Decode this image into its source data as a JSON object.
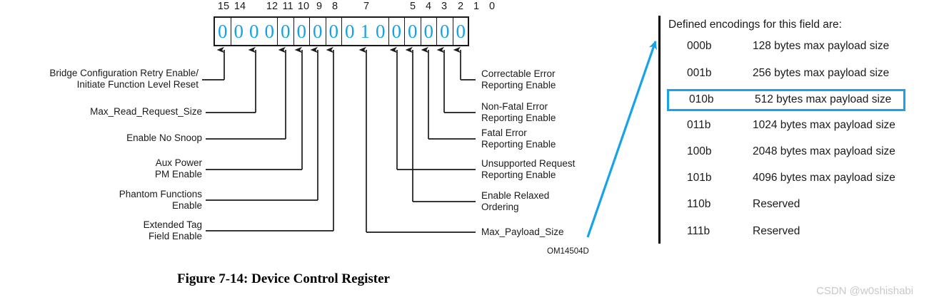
{
  "figure": {
    "caption": "Figure 7-14:  Device Control Register",
    "om_code": "OM14504D",
    "watermark": "CSDN @w0shishabi"
  },
  "register": {
    "bit_numbers": [
      "15",
      "14",
      "12",
      "11",
      "10",
      "9",
      "8",
      "7",
      "5",
      "4",
      "3",
      "2",
      "1",
      "0"
    ],
    "cells": [
      {
        "label": "bit15",
        "digits": "0",
        "span": 1
      },
      {
        "label": "bits14-12",
        "digits": "000",
        "span": 3
      },
      {
        "label": "bit11",
        "digits": "0",
        "span": 1
      },
      {
        "label": "bit10",
        "digits": "0",
        "span": 1
      },
      {
        "label": "bit9",
        "digits": "0",
        "span": 1
      },
      {
        "label": "bit8",
        "digits": "0",
        "span": 1
      },
      {
        "label": "bits7-5",
        "digits": "010",
        "span": 3
      },
      {
        "label": "bit4",
        "digits": "0",
        "span": 1
      },
      {
        "label": "bit3",
        "digits": "0",
        "span": 1
      },
      {
        "label": "bit2",
        "digits": "0",
        "span": 1
      },
      {
        "label": "bit1",
        "digits": "0",
        "span": 1
      },
      {
        "label": "bit0",
        "digits": "0",
        "span": 1
      }
    ],
    "digit_color": "#16a2e8"
  },
  "left_labels": [
    {
      "name": "bridge-config-retry-enable",
      "text": "Bridge Configuration Retry Enable/\nInitiate Function Level Reset"
    },
    {
      "name": "max-read-request-size",
      "text": "Max_Read_Request_Size"
    },
    {
      "name": "enable-no-snoop",
      "text": "Enable No Snoop"
    },
    {
      "name": "aux-power-pm-enable",
      "text": "Aux Power\nPM Enable"
    },
    {
      "name": "phantom-functions-enable",
      "text": "Phantom Functions\nEnable"
    },
    {
      "name": "extended-tag-field-enable",
      "text": "Extended Tag\nField Enable"
    }
  ],
  "right_labels": [
    {
      "name": "correctable-error-reporting-enable",
      "text": "Correctable Error\nReporting Enable"
    },
    {
      "name": "non-fatal-error-reporting-enable",
      "text": "Non-Fatal Error\nReporting Enable"
    },
    {
      "name": "fatal-error-reporting-enable",
      "text": "Fatal Error\nReporting Enable"
    },
    {
      "name": "unsupported-request-reporting-enable",
      "text": "Unsupported Request\nReporting Enable"
    },
    {
      "name": "enable-relaxed-ordering",
      "text": "Enable Relaxed\nOrdering"
    },
    {
      "name": "max-payload-size",
      "text": "Max_Payload_Size"
    }
  ],
  "encodings": {
    "title": "Defined encodings for this field are:",
    "highlight_color": "#17a3e8",
    "rows": [
      {
        "code": "000b",
        "desc": "128 bytes max payload size",
        "highlighted": false
      },
      {
        "code": "001b",
        "desc": "256 bytes max payload size",
        "highlighted": false
      },
      {
        "code": "010b",
        "desc": "512 bytes max payload size",
        "highlighted": true
      },
      {
        "code": "011b",
        "desc": "1024 bytes max payload size",
        "highlighted": false
      },
      {
        "code": "100b",
        "desc": "2048 bytes max payload size",
        "highlighted": false
      },
      {
        "code": "101b",
        "desc": "4096 bytes max payload size",
        "highlighted": false
      },
      {
        "code": "110b",
        "desc": "Reserved",
        "highlighted": false
      },
      {
        "code": "111b",
        "desc": "Reserved",
        "highlighted": false
      }
    ]
  }
}
